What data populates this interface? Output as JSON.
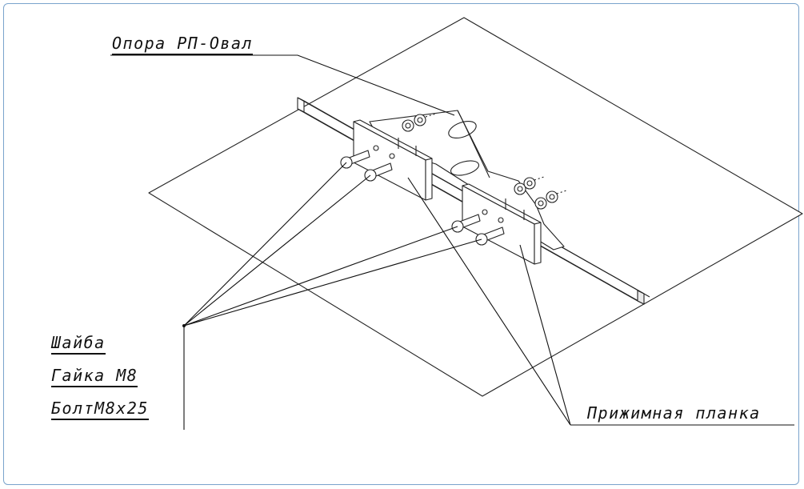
{
  "labels": {
    "support": "Опора РП-Овал",
    "washer": "Шайба",
    "nut": "Гайка М8",
    "bolt": "БолтМ8х25",
    "clamp": "Прижимная планка"
  }
}
